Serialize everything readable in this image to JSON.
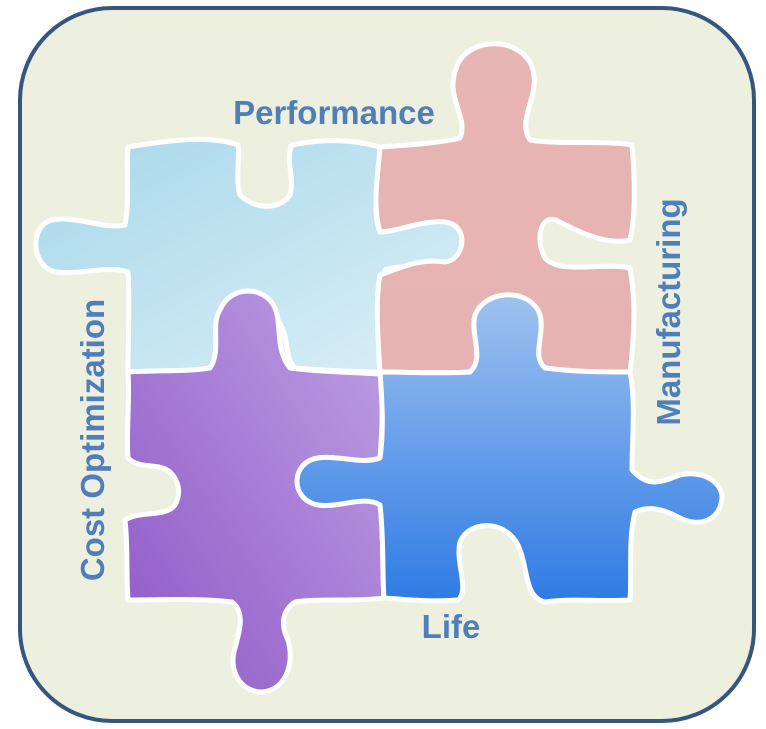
{
  "frame": {
    "background": "#EEF0DF",
    "border": "#36567D"
  },
  "labels": {
    "top": "Performance",
    "right": "Manufacturing",
    "bottom": "Life",
    "left": "Cost Optimization",
    "color": "#4F7EBB"
  },
  "pieces": [
    {
      "name": "performance",
      "gradient": [
        "#A7D8EB",
        "#DCEFF6"
      ]
    },
    {
      "name": "manufacturing",
      "gradient": [
        "#E8B5B5",
        "#E6B2B2"
      ]
    },
    {
      "name": "cost-optimization",
      "gradient": [
        "#BFA0E4",
        "#8E58C6"
      ]
    },
    {
      "name": "life",
      "gradient": [
        "#9EC2EF",
        "#2F7BE4"
      ]
    }
  ]
}
